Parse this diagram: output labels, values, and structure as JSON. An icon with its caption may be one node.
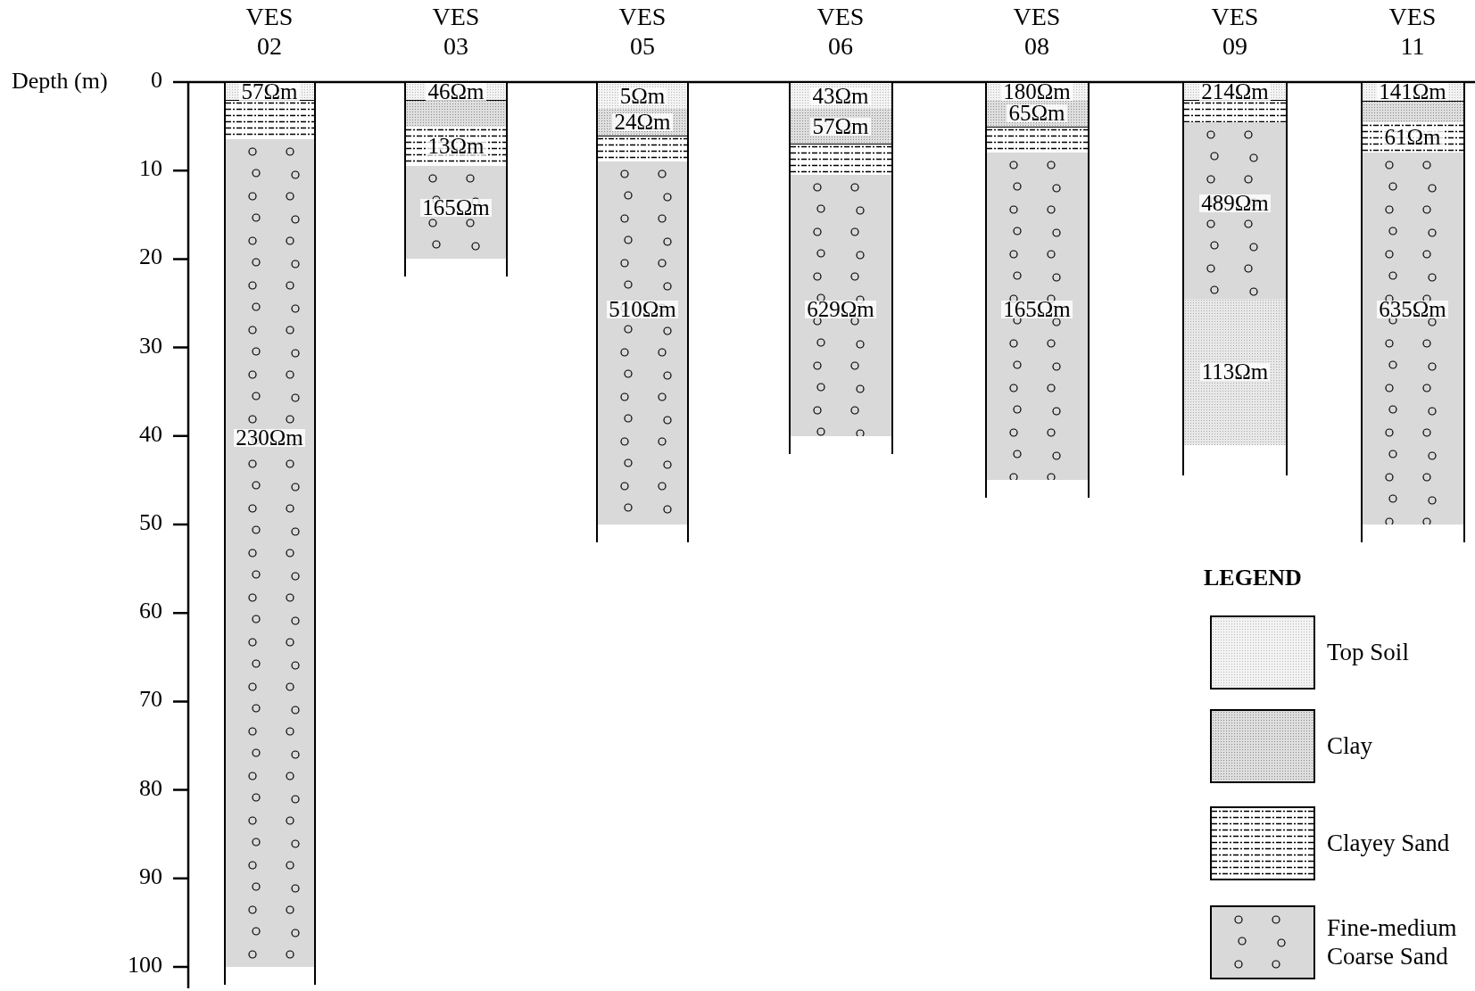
{
  "diagram": {
    "nodes": [
      {
        "text": [
          "VES 02"
        ]
      },
      {
        "text": [
          "57Ωm"
        ],
        "in": 0
      },
      {
        "text": [],
        "shape": "box",
        "in": 0
      },
      {
        "text": [
          "230Ωm"
        ],
        "in": 0
      },
      {
        "text": [
          "VES 03"
        ]
      },
      {
        "text": [
          "46Ωm"
        ],
        "in": 4
      },
      {
        "text": [],
        "shape": "box",
        "in": 4
      },
      {
        "text": [
          "13Ωm"
        ],
        "in": 4
      },
      {
        "text": [
          "165Ωm"
        ],
        "in": 4
      },
      {
        "text": [
          "VES 05"
        ]
      },
      {
        "text": [
          "5Ωm"
        ],
        "in": 9
      },
      {
        "text": [
          "24Ωm"
        ],
        "in": 9
      },
      {
        "text": [],
        "shape": "box",
        "in": 9
      },
      {
        "text": [
          "510Ωm"
        ],
        "in": 9
      },
      {
        "text": [
          "VES 06"
        ]
      },
      {
        "text": [
          "43Ωm"
        ],
        "in": 14
      },
      {
        "text": [
          "57Ωm"
        ],
        "in": 14
      },
      {
        "text": [],
        "shape": "box",
        "in": 14
      },
      {
        "text": [
          "629Ωm"
        ],
        "in": 14
      },
      {
        "text": [
          "VES 08"
        ]
      },
      {
        "text": [
          "180Ωm"
        ],
        "in": 19
      },
      {
        "text": [
          "65Ωm"
        ],
        "in": 19
      },
      {
        "text": [],
        "shape": "box",
        "in": 19
      },
      {
        "text": [
          "165Ωm"
        ],
        "in": 19
      },
      {
        "text": [
          "VES 09"
        ]
      },
      {
        "text": [
          "214Ωm"
        ],
        "in": 24
      },
      {
        "text": [],
        "shape": "box",
        "in": 24
      },
      {
        "text": [
          "489Ωm"
        ],
        "in": 24
      },
      {
        "text": [
          "113Ωm"
        ],
        "in": 24
      },
      {
        "text": [
          "VES 11"
        ]
      },
      {
        "text": [
          "141Ωm"
        ],
        "in": 29
      },
      {
        "text": [],
        "shape": "box",
        "in": 29
      },
      {
        "text": [
          "61Ωm"
        ],
        "in": 29
      },
      {
        "text": [
          "635Ωm"
        ],
        "in": 29
      }
    ],
    "labels": [
      "Depth (m)",
      "0",
      "10",
      "20",
      "30",
      "40",
      "50",
      "60",
      "70",
      "80",
      "90",
      "100",
      "LEGEND"
    ],
    "legend": [
      {
        "text": "Top Soil"
      },
      {
        "text": "Clay"
      },
      {
        "text": "Clayey Sand"
      },
      {
        "text": "Fine-medium Coarse Sand"
      }
    ]
  }
}
